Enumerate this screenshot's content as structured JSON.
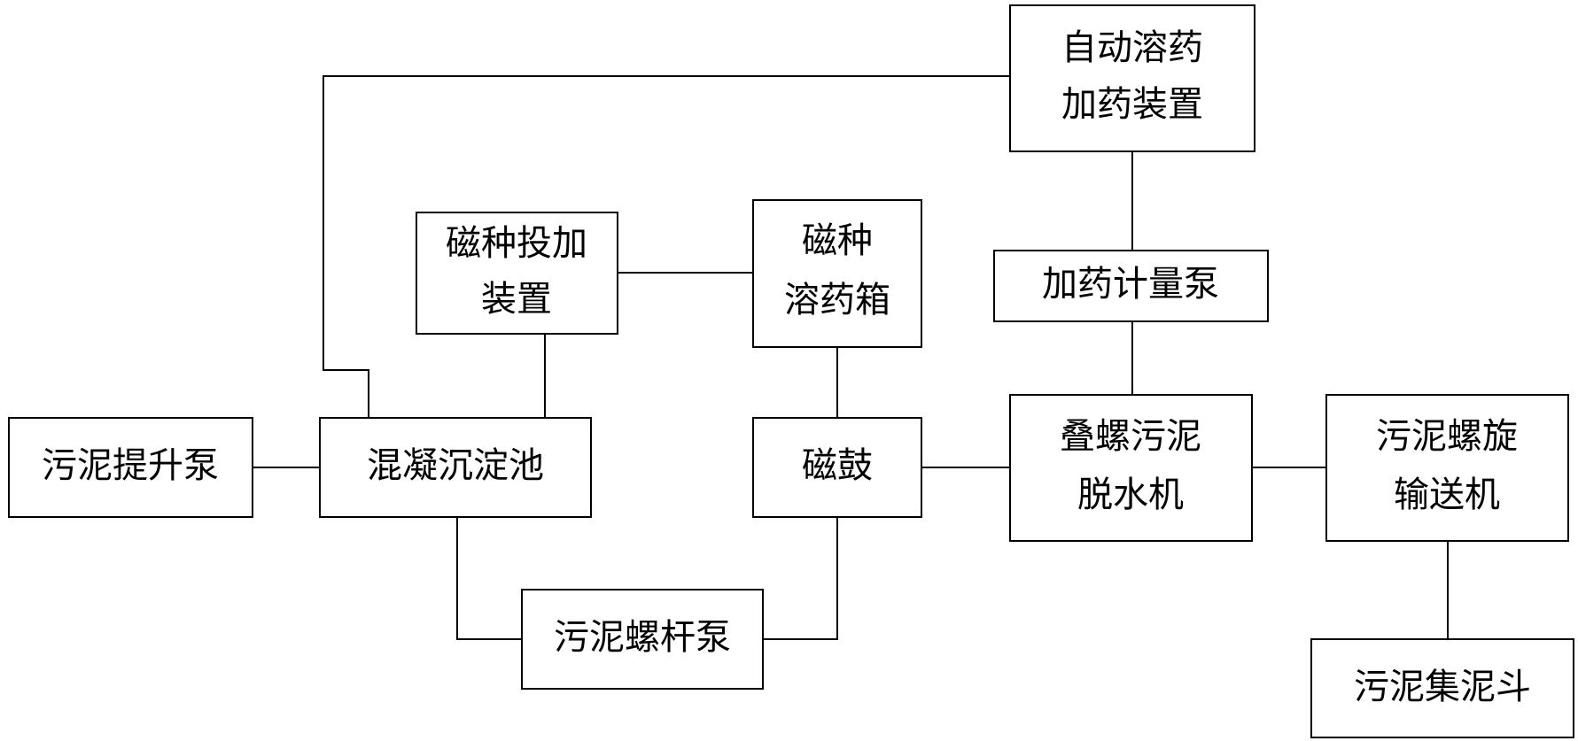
{
  "nodes": {
    "sludge_lift_pump": {
      "lines": [
        "污泥提升泵"
      ]
    },
    "coag_sedimentation_tank": {
      "lines": [
        "混凝沉淀池"
      ]
    },
    "magnetic_seed_dosing": {
      "lines": [
        "磁种投加",
        "装置"
      ]
    },
    "magnetic_seed_tank": {
      "lines": [
        "磁种",
        "溶药箱"
      ]
    },
    "magnetic_drum": {
      "lines": [
        "磁鼓"
      ]
    },
    "sludge_screw_pump": {
      "lines": [
        "污泥螺杆泵"
      ]
    },
    "auto_dissolving_dosing": {
      "lines": [
        "自动溶药",
        "加药装置"
      ]
    },
    "dosing_metering_pump": {
      "lines": [
        "加药计量泵"
      ]
    },
    "screw_stack_dewatering": {
      "lines": [
        "叠螺污泥",
        "脱水机"
      ]
    },
    "sludge_screw_conveyor": {
      "lines": [
        "污泥螺旋",
        "输送机"
      ]
    },
    "sludge_hopper": {
      "lines": [
        "污泥集泥斗"
      ]
    }
  }
}
